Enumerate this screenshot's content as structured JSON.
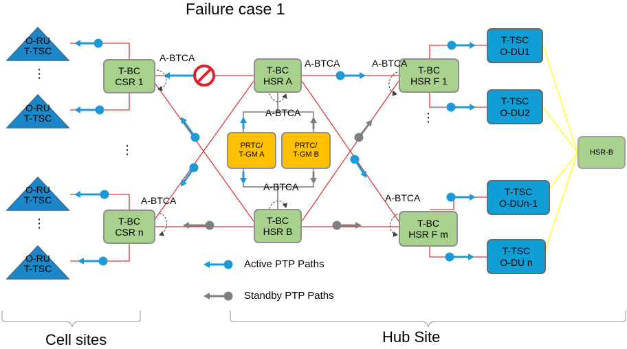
{
  "title": "Failure case 1",
  "labels": {
    "abtca": "A-BTCA",
    "ellipsis": "⋮"
  },
  "cell_sites": [
    {
      "l1": "O-RU",
      "l2": "T-TSC"
    },
    {
      "l1": "O-RU",
      "l2": "T-TSC"
    },
    {
      "l1": "O-RU",
      "l2": "T-TSC"
    },
    {
      "l1": "O-RU",
      "l2": "T-TSC"
    }
  ],
  "csr": [
    {
      "l1": "T-BC",
      "l2": "CSR 1"
    },
    {
      "l1": "T-BC",
      "l2": "CSR n"
    }
  ],
  "hsr": [
    {
      "l1": "T-BC",
      "l2": "HSR A"
    },
    {
      "l1": "T-BC",
      "l2": "HSR B"
    }
  ],
  "prtc": [
    {
      "l1": "PRTC/",
      "l2": "T-GM  A"
    },
    {
      "l1": "PRTC/",
      "l2": "T-GM B"
    }
  ],
  "hsrf": [
    {
      "l1": "T-BC",
      "l2": "HSR F 1"
    },
    {
      "l1": "T-BC",
      "l2": "HSR F m"
    }
  ],
  "du": [
    {
      "l1": "T-TSC",
      "l2": "O-DU1"
    },
    {
      "l1": "T-TSC",
      "l2": "O-DU2"
    },
    {
      "l1": "T-TSC",
      "l2": "O-DUn-1"
    },
    {
      "l1": "T-TSC",
      "l2": "O-DU n"
    }
  ],
  "hsr_b": "HSR-B",
  "legend": {
    "active": "Active PTP Paths",
    "standby": "Standby PTP Paths"
  },
  "sections": {
    "cell": "Cell sites",
    "hub": "Hub Site"
  },
  "colors": {
    "link": "#e0363a",
    "active": "#1b9ad6",
    "standby": "#7f7f7f",
    "du_link": "#ffff33",
    "failure": "#e0202a"
  }
}
